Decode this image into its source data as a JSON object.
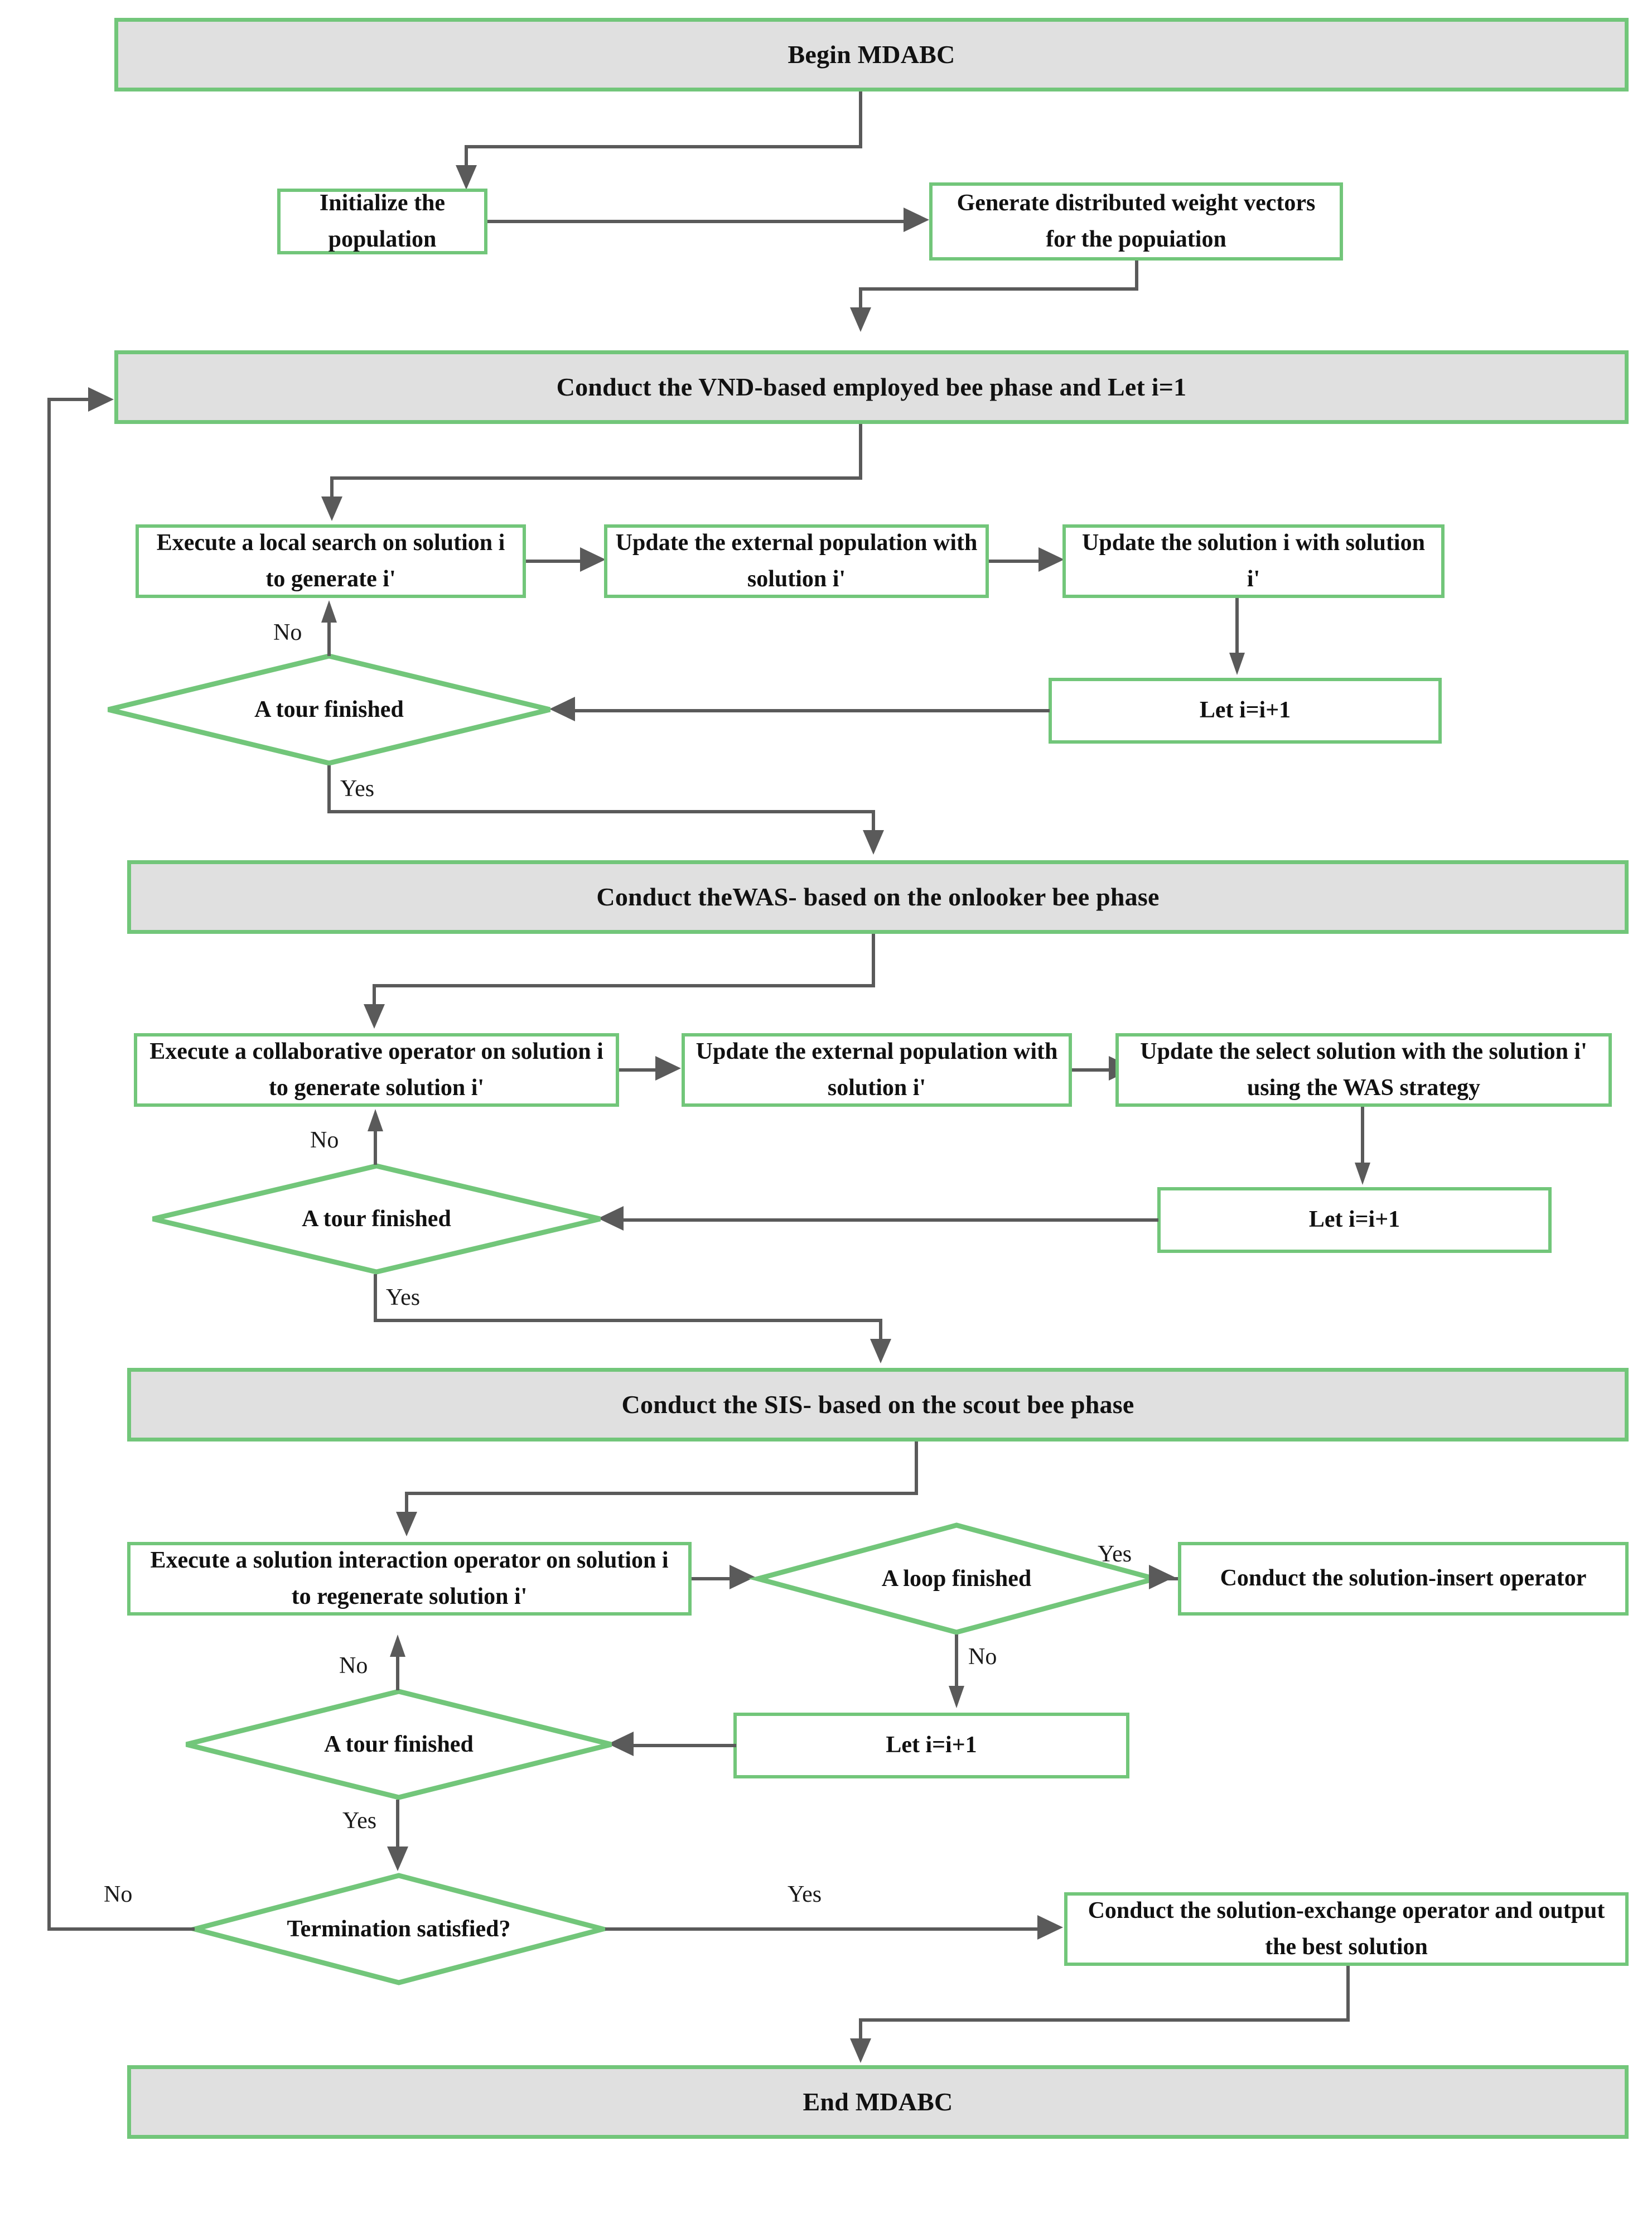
{
  "diagram": {
    "title": "MDABC algorithm flowchart",
    "colors": {
      "node_border": "#72c67a",
      "phase_fill": "#e0e0e0",
      "process_fill": "#ffffff",
      "connector": "#5a5a5a",
      "text": "#111111",
      "background": "#ffffff"
    }
  },
  "nodes": {
    "begin": "Begin MDABC",
    "initialize_population": "Initialize the population",
    "generate_weights": "Generate distributed  weight vectors for the popuiation",
    "employed_phase": "Conduct the VND-based employed bee phase and Let i=1",
    "local_search": "Execute a local search on solution i to generate  i'",
    "update_external_1": "Update the external population with solution i'",
    "update_solution_i": "Update the solution i with solution i'",
    "increment_1": "Let i=i+1",
    "tour_finished_1": "A tour finished",
    "onlooker_phase": "Conduct theWAS- based on the onlooker bee phase",
    "collaborative_operator": "Execute a collaborative operator on solution i to generate solution i'",
    "update_external_2": "Update the external population with solution i'",
    "update_select_solution": "Update the select solution with the solution i' using the WAS strategy",
    "increment_2": "Let i=i+1",
    "tour_finished_2": "A tour finished",
    "scout_phase": "Conduct the SIS- based on the scout bee phase",
    "solution_interaction": "Execute a solution interaction  operator on solution i to regenerate solution i'",
    "loop_finished": "A loop finished",
    "solution_insert": "Conduct the solution-insert operator",
    "increment_3": "Let i=i+1",
    "tour_finished_3": "A tour finished",
    "termination": "Termination satisfied?",
    "solution_exchange": "Conduct the solution-exchange operator and output the best solution",
    "end": "End MDABC"
  },
  "edge_labels": {
    "no_1": "No",
    "yes_1": "Yes",
    "no_2": "No",
    "yes_2": "Yes",
    "loop_yes": "Yes",
    "loop_no": "No",
    "no_3": "No",
    "yes_3": "Yes",
    "termination_no": "No",
    "termination_yes": "Yes"
  }
}
